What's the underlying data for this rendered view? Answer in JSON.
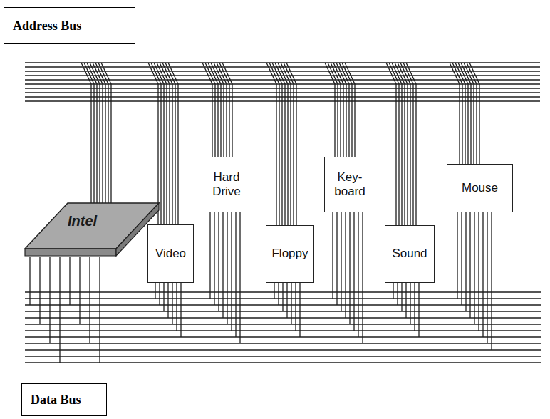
{
  "diagram": {
    "nodes": [
      {
        "text": [
          "Address Bus"
        ]
      },
      {
        "text": [
          "Hard Drive"
        ]
      },
      {
        "text": [
          "Key-board"
        ]
      },
      {
        "text": [
          "Mouse"
        ]
      },
      {
        "text": [
          "Intel"
        ]
      },
      {
        "text": [
          "Video"
        ]
      },
      {
        "text": [
          "Floppy"
        ]
      },
      {
        "text": [
          "Sound"
        ]
      },
      {
        "text": [
          "Data Bus"
        ]
      }
    ]
  }
}
